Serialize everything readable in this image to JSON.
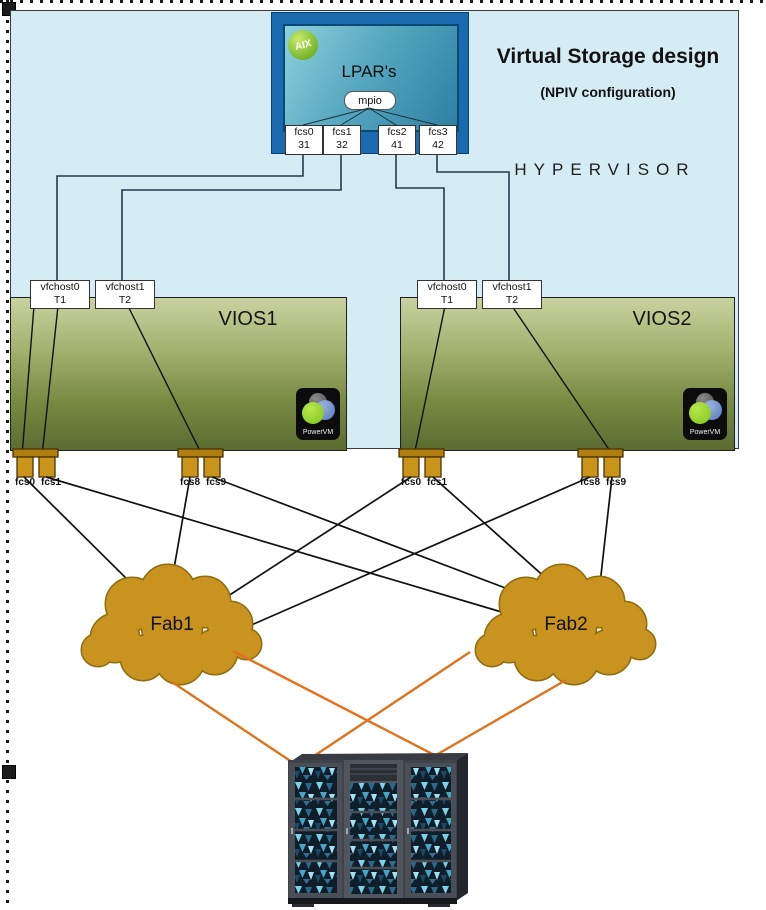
{
  "title": {
    "main": "Virtual Storage design",
    "subtitle": "(NPIV configuration)"
  },
  "hypervisor_label": "HYPERVISOR",
  "lpar": {
    "label": "LPAR's",
    "os_badge": "AIX",
    "mpio_label": "mpio",
    "adapters": [
      {
        "name": "fcs0",
        "id": "31"
      },
      {
        "name": "fcs1",
        "id": "32"
      },
      {
        "name": "fcs2",
        "id": "41"
      },
      {
        "name": "fcs3",
        "id": "42"
      }
    ]
  },
  "vios1": {
    "name": "VIOS1",
    "logo": "PowerVM",
    "vfchosts": [
      {
        "name": "vfchost0",
        "port": "T1"
      },
      {
        "name": "vfchost1",
        "port": "T2"
      }
    ],
    "physical_ports": [
      "fcs0",
      "fcs1",
      "fcs8",
      "fcs9"
    ]
  },
  "vios2": {
    "name": "VIOS2",
    "logo": "PowerVM",
    "vfchosts": [
      {
        "name": "vfchost0",
        "port": "T1"
      },
      {
        "name": "vfchost1",
        "port": "T2"
      }
    ],
    "physical_ports": [
      "fcs0",
      "fcs1",
      "fcs8",
      "fcs9"
    ]
  },
  "fabrics": [
    {
      "name": "Fab1"
    },
    {
      "name": "Fab2"
    }
  ],
  "colors": {
    "hypervisor_bg": "#d5ecf4",
    "lpar_frame": "#1a6ab0",
    "lpar_panel": "#57a8c0",
    "vios_green": "#768840",
    "fabric_cloud": "#c8931f",
    "port_gold": "#c9941a",
    "storage_link_orange": "#e0731c",
    "fabric_link_black": "#111111",
    "mapping_line": "#1f3d4d"
  }
}
